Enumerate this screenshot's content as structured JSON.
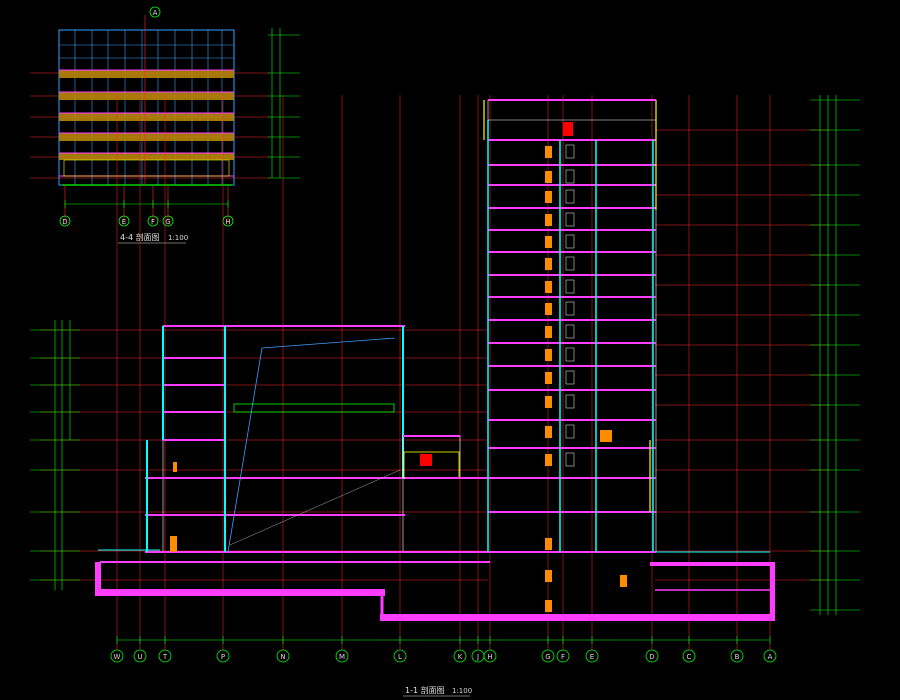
{
  "small_section": {
    "axis_labels": [
      "D",
      "E",
      "F",
      "G",
      "H"
    ],
    "top_axis_label": "A",
    "title": "4-4 剖面图",
    "scale": "1:100"
  },
  "main_section": {
    "axis_labels": [
      "W",
      "U",
      "T",
      "P",
      "N",
      "M",
      "L",
      "K",
      "J",
      "H",
      "G",
      "F",
      "E",
      "D",
      "C",
      "B",
      "A"
    ],
    "title": "1-1 剖面图",
    "scale": "1:100"
  },
  "colors": {
    "background": "#000000",
    "slab": "#ff3dff",
    "wall": "#00ffff",
    "grid": "#ff3030",
    "dim": "#00ff00",
    "yellow": "#ffff00",
    "white": "#ffffff",
    "band": "#b8860b"
  }
}
